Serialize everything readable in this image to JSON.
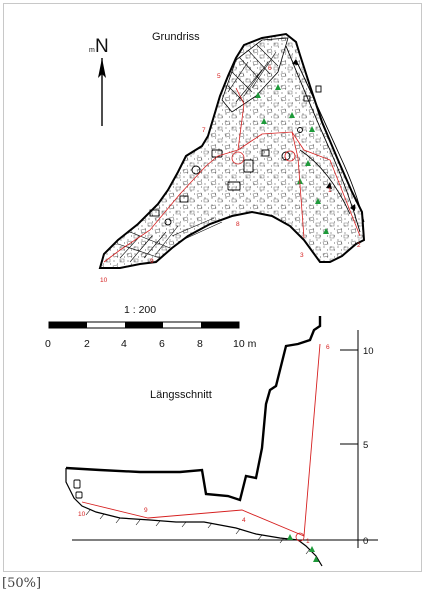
{
  "plan": {
    "title": "Grundriss",
    "north_prefix": "m",
    "north_letter": "N",
    "stations": [
      "1",
      "2",
      "3",
      "4",
      "5",
      "6",
      "7",
      "8",
      "9",
      "10"
    ]
  },
  "scale_bar": {
    "ratio": "1 : 200",
    "ticks": [
      "0",
      "2",
      "4",
      "6",
      "8"
    ],
    "end_label": "10 m"
  },
  "section": {
    "title": "Längsschnitt",
    "axis_ticks": [
      "10",
      "5",
      "0"
    ],
    "stations": [
      "6",
      "1",
      "4",
      "9",
      "10"
    ]
  },
  "caption": "[50%]",
  "colors": {
    "survey_line": "#d62020",
    "vegetation": "#1e9a3a",
    "outline": "#000000"
  }
}
